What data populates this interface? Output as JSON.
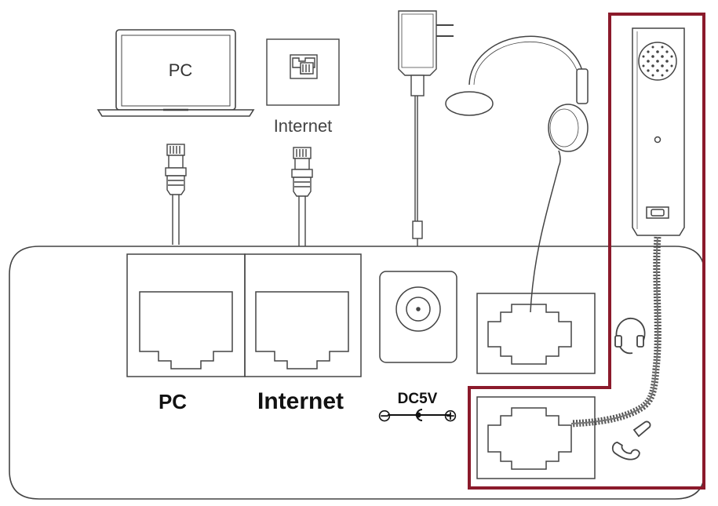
{
  "devices": {
    "pc_label": "PC",
    "internet_label": "Internet"
  },
  "ports": {
    "pc_label": "PC",
    "internet_label": "Internet",
    "power_label": "DC5V",
    "polarity_negative": "⊖",
    "polarity_positive": "⊕"
  },
  "colors": {
    "line": "#333333",
    "highlight": "#8b1a2b",
    "cable": "#555555"
  }
}
